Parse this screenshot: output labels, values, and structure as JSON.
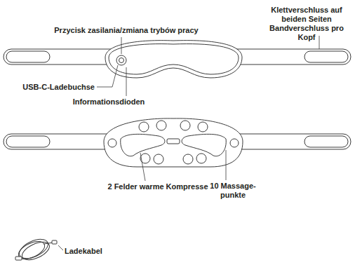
{
  "diagram": {
    "labels": [
      "Przycisk zasilania/zmiana trybów pracy",
      "USB-C-Ladebuchse",
      "Informationsdioden",
      "Klettverschluss auf beiden Seiten Bandverschluss pro Kopf",
      "2 Felder warme Kompresse",
      "10 Massage- punkte",
      "Ladekabel"
    ]
  }
}
